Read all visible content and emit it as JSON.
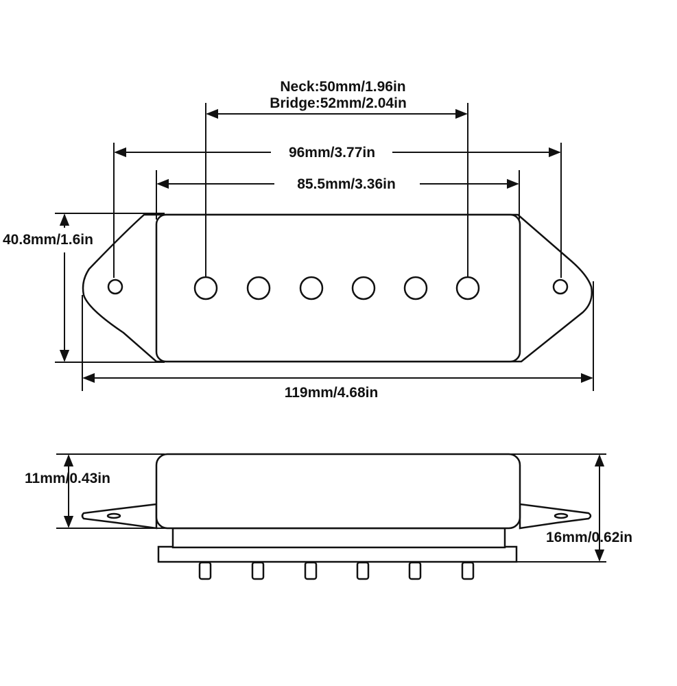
{
  "labels": {
    "neck_spacing": "Neck:50mm/1.96in",
    "bridge_spacing": "Bridge:52mm/2.04in",
    "mount_hole_spacing": "96mm/3.77in",
    "cover_length": "85.5mm/3.36in",
    "cover_width": "40.8mm/1.6in",
    "total_length": "119mm/4.68in",
    "cover_height": "11mm/0.43in",
    "total_height": "16mm/0.62in"
  },
  "pole_piece_count": 6,
  "colors": {
    "line": "#111111",
    "background": "#ffffff"
  }
}
